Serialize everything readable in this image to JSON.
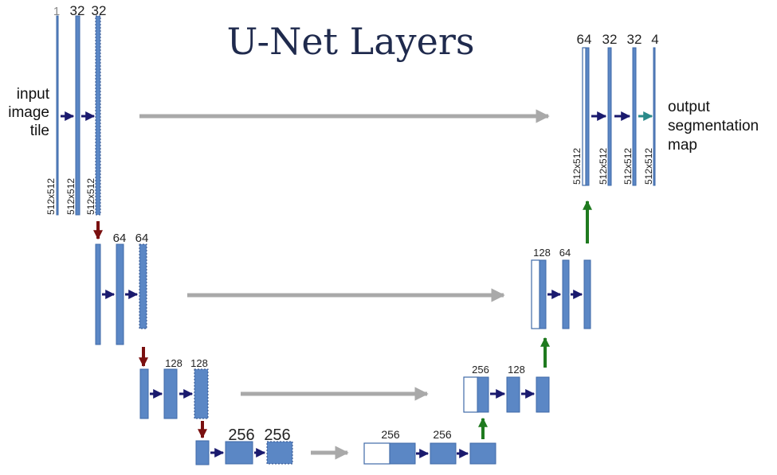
{
  "title": "U-Net Layers",
  "labels": {
    "input": [
      "input",
      "image",
      "tile"
    ],
    "output": [
      "output",
      "segmentation",
      "map"
    ]
  },
  "channels": {
    "enc1": [
      "1",
      "32",
      "32"
    ],
    "enc2": [
      "64",
      "64"
    ],
    "enc3": [
      "128",
      "128"
    ],
    "bottom": [
      "256",
      "256"
    ],
    "bottom_right": [
      "256",
      "256"
    ],
    "dec3": [
      "256",
      "128"
    ],
    "dec2": [
      "128",
      "64"
    ],
    "dec1": [
      "64",
      "32",
      "32",
      "4"
    ]
  },
  "sizes": {
    "enc1": [
      "512x512",
      "512x512",
      "512x512"
    ],
    "dec1": [
      "512x512",
      "512x512",
      "512x512",
      "512x512"
    ]
  },
  "colors": {
    "feature_map": "#5b87c5",
    "conv_arrow": "#1a1a6e",
    "copy_arrow": "#a9a9a9",
    "pool_arrow": "#7a1010",
    "upconv_arrow": "#1f7a1f",
    "final_arrow": "#2a8a8a",
    "title": "#1f2a4d"
  }
}
